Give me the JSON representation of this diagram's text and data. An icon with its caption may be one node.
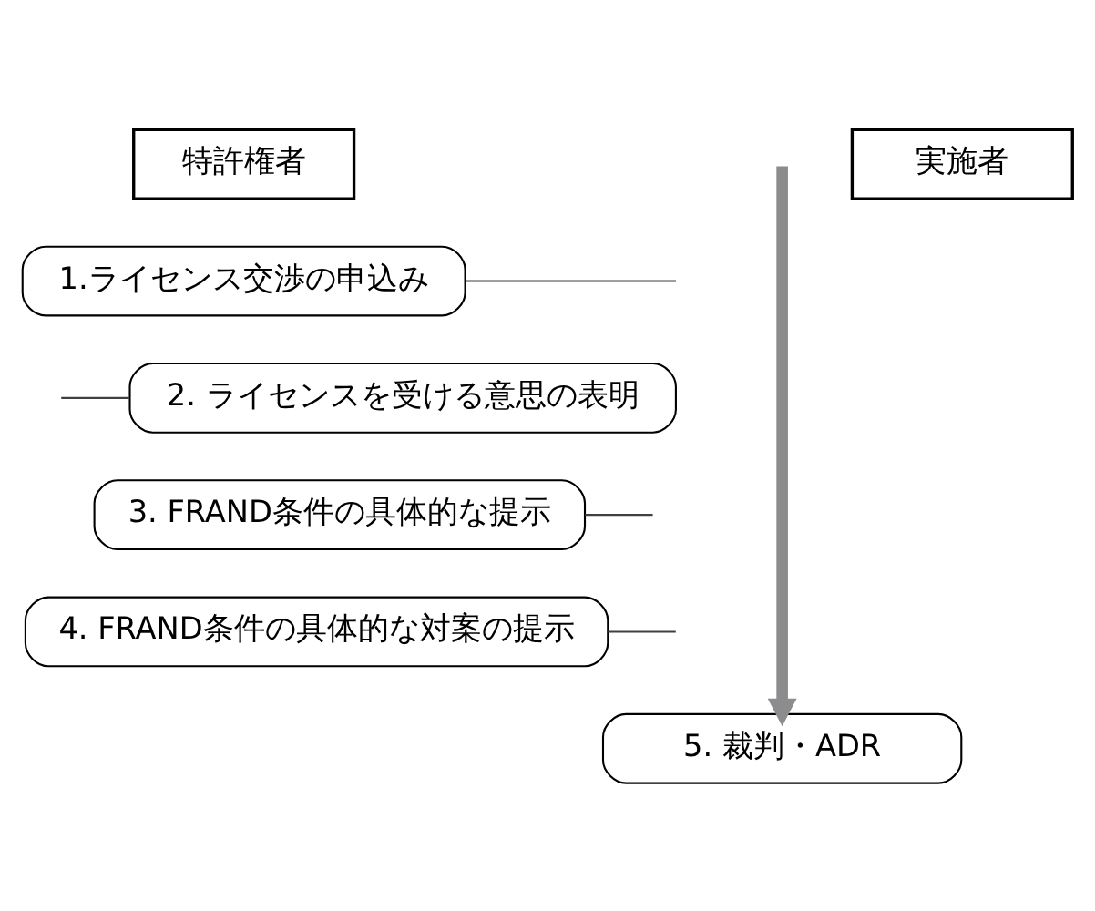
{
  "diagram": {
    "nodes": [
      {
        "text": [
          "特許権者"
        ]
      },
      {
        "text": [
          "実施者"
        ]
      },
      {
        "text": [
          "1.ライセンス交渉の申込み"
        ]
      },
      {
        "text": [
          "2. ライセンスを受ける意思の表明"
        ]
      },
      {
        "text": [
          "3. FRAND条件の具体的な提示"
        ]
      },
      {
        "text": [
          "4. FRAND条件の具体的な対案の提示"
        ]
      },
      {
        "text": [
          "5. 裁判・ADR"
        ]
      }
    ],
    "edges": [
      {
        "from": 2,
        "to": null,
        "arrow": "none"
      },
      {
        "from": 3,
        "to": null,
        "arrow": "none"
      },
      {
        "from": 4,
        "to": null,
        "arrow": "none"
      },
      {
        "from": 5,
        "to": null,
        "arrow": "none"
      },
      {
        "from": null,
        "to": 6,
        "arrow": "to",
        "style": "thick",
        "color": "#8c8c8e"
      }
    ]
  }
}
